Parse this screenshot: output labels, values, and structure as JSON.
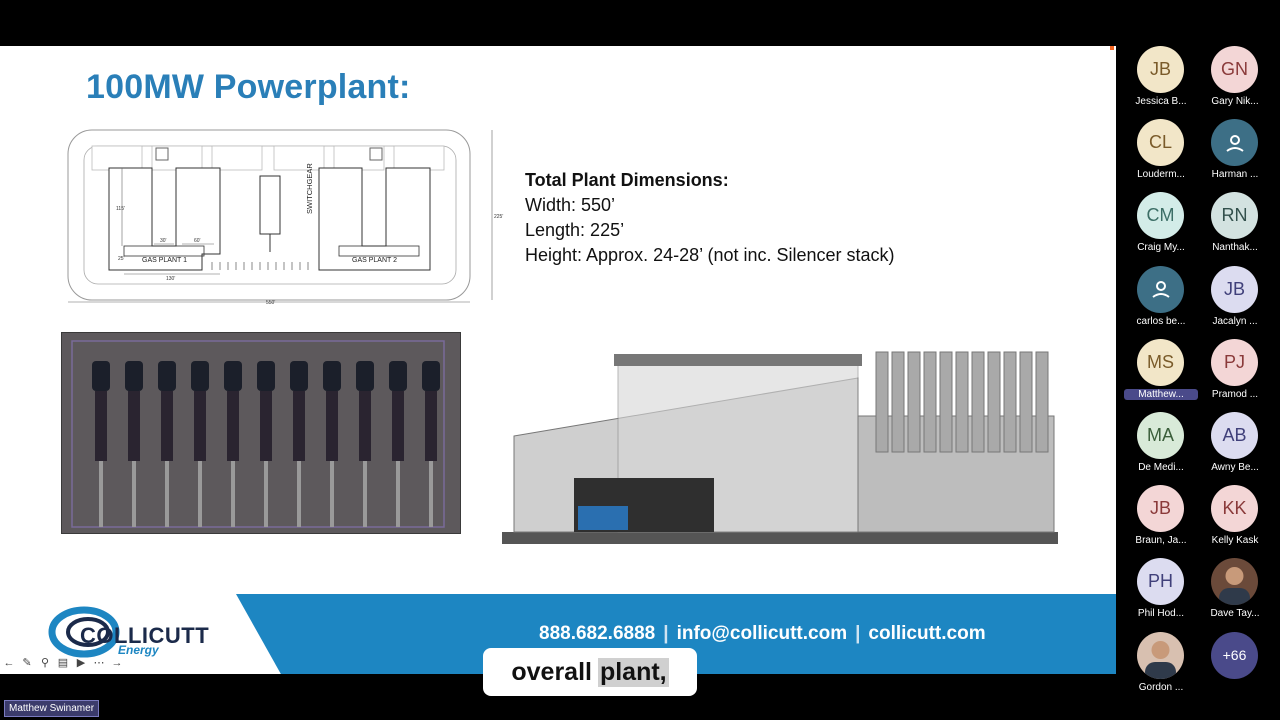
{
  "slide": {
    "title": "100MW Powerplant:",
    "specs": {
      "heading": "Total Plant Dimensions:",
      "lines": [
        "Width: 550’",
        "Length: 225’",
        "Height: Approx. 24-28’ (not inc. Silencer stack)"
      ]
    },
    "floorplan": {
      "labels": {
        "switchgear": "SWITCHGEAR",
        "plant1": "GAS PLANT 1",
        "plant2": "GAS PLANT 2",
        "dim_width": "550'",
        "dim_height": "225'",
        "dim_115": "115'",
        "dim_30": "30'",
        "dim_60": "60'",
        "dim_130": "130'",
        "dim_25": "25'"
      }
    },
    "footer": {
      "phone": "888.682.6888",
      "email": "info@collicutt.com",
      "website": "collicutt.com",
      "separator": "|"
    },
    "logo": {
      "name": "COLLICUTT",
      "sub": "Energy"
    }
  },
  "caption": {
    "prefix": "overall",
    "highlight": "plant,"
  },
  "speaker_label": "Matthew Swinamer",
  "participants": [
    {
      "initials": "JB",
      "name": "Jessica B...",
      "bg": "#f2e6c8",
      "fg": "#7a5b2a"
    },
    {
      "initials": "GN",
      "name": "Gary Nik...",
      "bg": "#f3d6d6",
      "fg": "#8a3a3a"
    },
    {
      "initials": "CL",
      "name": "Louderm...",
      "bg": "#f2e6c8",
      "fg": "#7a5b2a"
    },
    {
      "initials": "",
      "name": "Harman ...",
      "bg": "#3d6f86",
      "fg": "#ffffff",
      "icon": "person-icon"
    },
    {
      "initials": "CM",
      "name": "Craig My...",
      "bg": "#d3ece8",
      "fg": "#3c6e66"
    },
    {
      "initials": "RN",
      "name": "Nanthak...",
      "bg": "#d3e2e0",
      "fg": "#33504c"
    },
    {
      "initials": "",
      "name": "carlos be...",
      "bg": "#3d6f86",
      "fg": "#ffffff",
      "icon": "person-icon"
    },
    {
      "initials": "JB",
      "name": "Jacalyn ...",
      "bg": "#dcdcf0",
      "fg": "#40407a"
    },
    {
      "initials": "MS",
      "name": "Matthew...",
      "bg": "#f2e6c8",
      "fg": "#7a5b2a",
      "active": true
    },
    {
      "initials": "PJ",
      "name": "Pramod ...",
      "bg": "#f3d6d6",
      "fg": "#8a3a3a"
    },
    {
      "initials": "MA",
      "name": "De Medi...",
      "bg": "#d8ead8",
      "fg": "#3a5e3a"
    },
    {
      "initials": "AB",
      "name": "Awny Be...",
      "bg": "#dcdcf0",
      "fg": "#40407a"
    },
    {
      "initials": "JB",
      "name": "Braun, Ja...",
      "bg": "#f3d6d6",
      "fg": "#8a3a3a"
    },
    {
      "initials": "KK",
      "name": "Kelly Kask",
      "bg": "#f3d6d6",
      "fg": "#8a3a3a"
    },
    {
      "initials": "PH",
      "name": "Phil Hod...",
      "bg": "#dcdcf0",
      "fg": "#40407a"
    },
    {
      "initials": "",
      "name": "Dave Tay...",
      "bg": "#6b4a3a",
      "fg": "#ffffff",
      "icon": "photo-avatar"
    },
    {
      "initials": "",
      "name": "Gordon ...",
      "bg": "#d8c0b0",
      "fg": "#ffffff",
      "icon": "photo-avatar"
    },
    {
      "initials": "+66",
      "name": "",
      "bg": "#4a4a8a",
      "fg": "#ffffff"
    }
  ]
}
